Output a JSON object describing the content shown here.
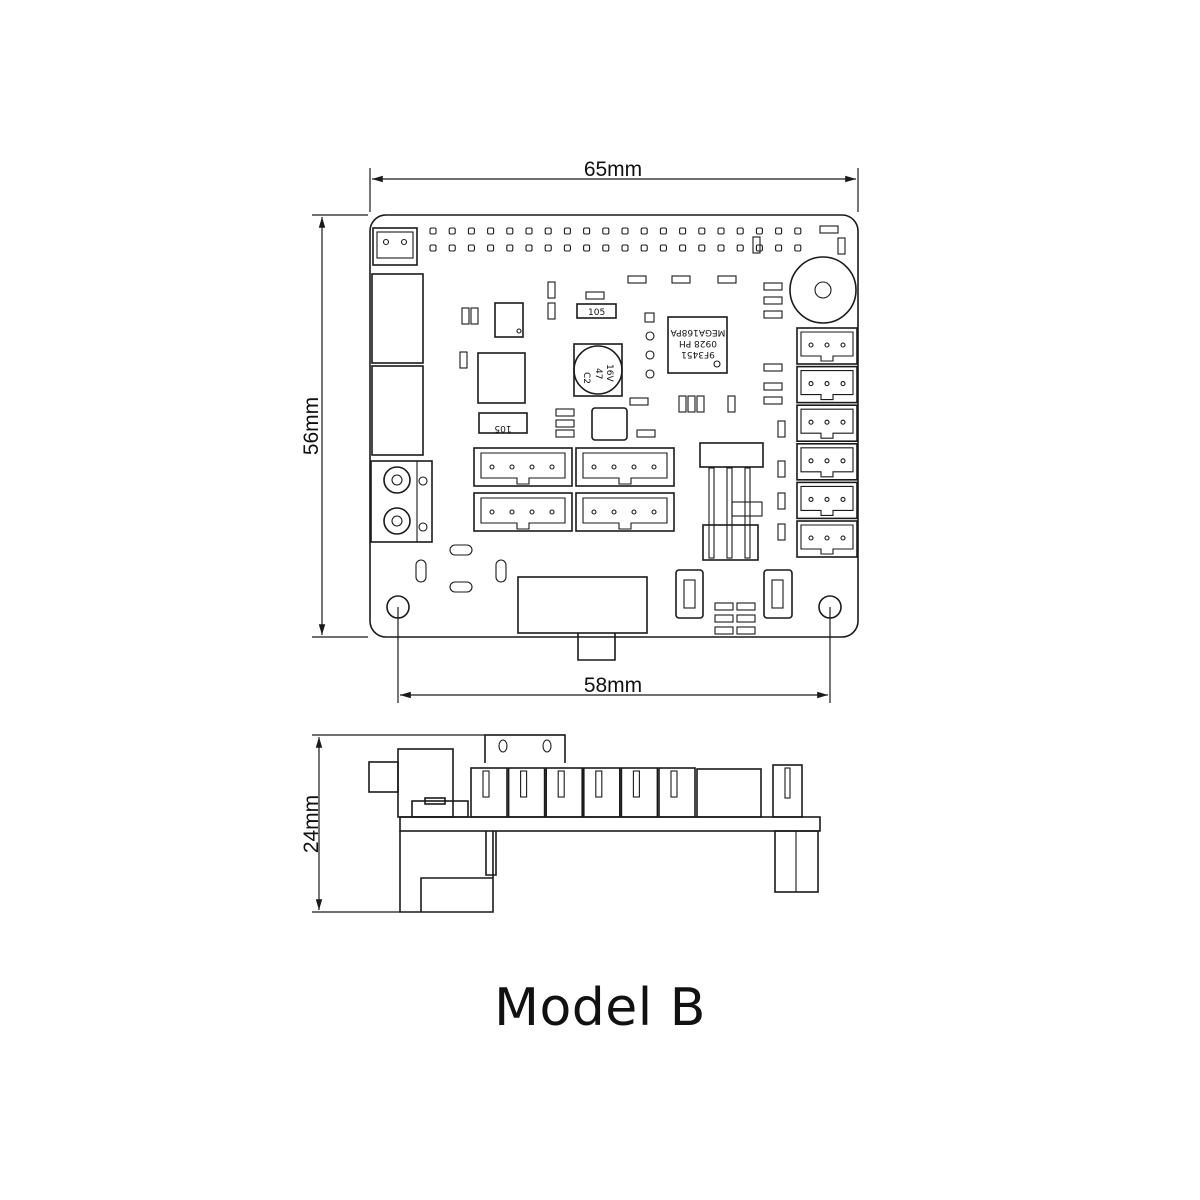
{
  "title": "Model B",
  "dimensions": {
    "width": "65mm",
    "height": "56mm",
    "hole_spacing": "58mm",
    "thickness": "24mm"
  },
  "markings": {
    "capacitor": [
      "C2",
      "47",
      "16V"
    ],
    "resistor_top": "105",
    "resistor_left": "105",
    "mcu": [
      "MEGA168PA",
      "0928 PH",
      "9F3451"
    ]
  },
  "colors": {
    "line": "#1a1a1a",
    "background": "#ffffff"
  }
}
